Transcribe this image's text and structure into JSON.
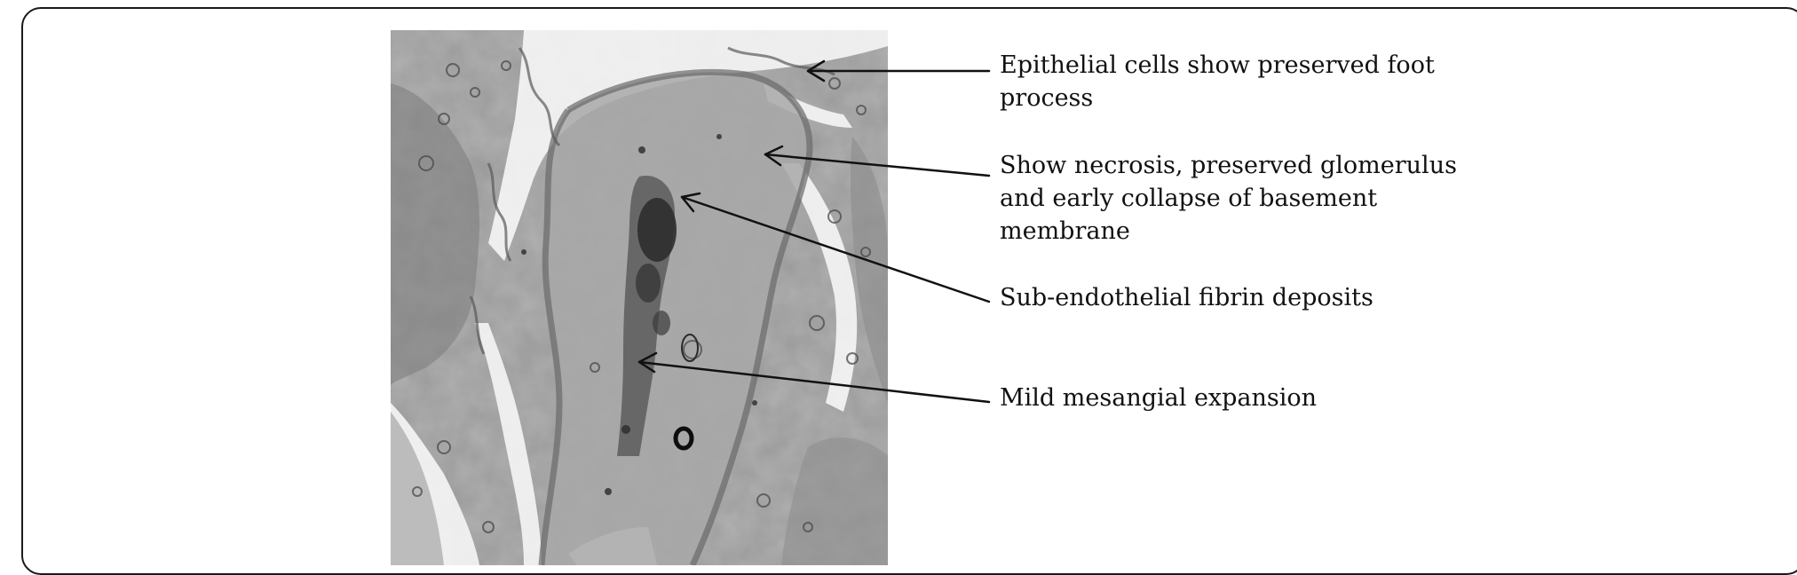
{
  "figure": {
    "annotations": [
      {
        "text": "Epithelial cells show preserved foot process"
      },
      {
        "text": "Show necrosis, preserved glomerulus and early collapse of basement membrane"
      },
      {
        "text": "Sub-endothelial fibrin deposits"
      },
      {
        "text": "Mild mesangial expansion"
      }
    ]
  },
  "colors": {
    "frame_border": "#1a1a1a",
    "arrow": "#111111",
    "tissue_base": "#9c9c9c",
    "tissue_dark": "#3a3a3a",
    "lumen": "#f4f4f4"
  }
}
